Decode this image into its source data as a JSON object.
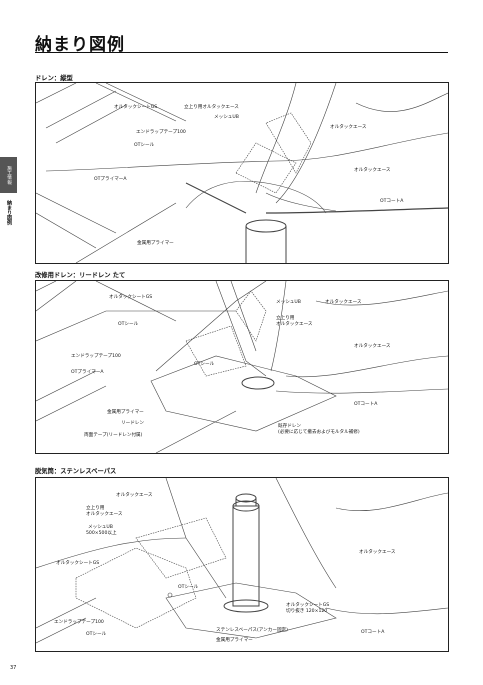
{
  "page": {
    "title": "納まり図例",
    "side_tab": "施工情報",
    "side_text": "納まり図例",
    "page_number": "37"
  },
  "sections": [
    {
      "heading": "ドレン：縦型",
      "labels": [
        "オルタックシートGS",
        "立上り用オルタックエース",
        "メッシュUB",
        "エンドラップテープ100",
        "OTシール",
        "OTプライマーA",
        "オルタックエース",
        "オルタックエース",
        "OTコートA",
        "金属用プライマー"
      ]
    },
    {
      "heading": "改修用ドレン：リードレン たて",
      "labels": [
        "オルタックシートGS",
        "メッシュUB",
        "オルタックエース",
        "OTシール",
        "立上り用",
        "オルタックエース",
        "エンドラップテープ100",
        "オルタックエース",
        "OTシール",
        "OTプライマーA",
        "OTコートA",
        "金属用プライマー",
        "リードレン",
        "両面テープ(リードレン付属)",
        "既存ドレン",
        "(必要に応じて撤去およびモルタル補修)"
      ]
    },
    {
      "heading": "脱気筒：ステンレスベーパス",
      "labels": [
        "オルタックエース",
        "立上り用",
        "オルタックエース",
        "メッシュUB",
        "500×500以上",
        "オルタックエース",
        "オルタックシートGS",
        "OTシール",
        "オルタックシートGS",
        "切り抜き 120×120",
        "エンドラップテープ100",
        "OTシール",
        "ステンレスベーパス(アンカー固定)",
        "金属用プライマー",
        "OTコートA"
      ]
    }
  ]
}
